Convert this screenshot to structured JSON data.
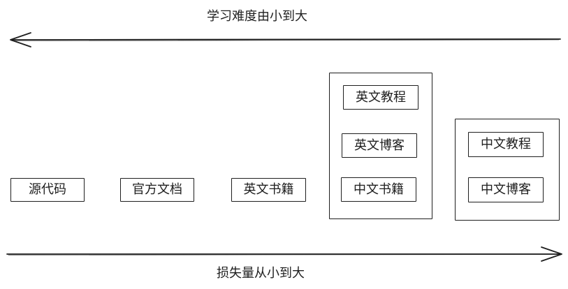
{
  "top_arrow": {
    "label": "学习难度由小到大",
    "direction": "left"
  },
  "bottom_arrow": {
    "label": "损失量从小到大",
    "direction": "right"
  },
  "resources": {
    "source_code": "源代码",
    "official_docs": "官方文档",
    "english_books": "英文书籍",
    "english_group": {
      "tutorial": "英文教程",
      "blog": "英文博客",
      "chinese_books": "中文书籍"
    },
    "chinese_group": {
      "tutorial": "中文教程",
      "blog": "中文博客"
    }
  },
  "colors": {
    "stroke": "#1e1e1e",
    "background": "#ffffff"
  }
}
